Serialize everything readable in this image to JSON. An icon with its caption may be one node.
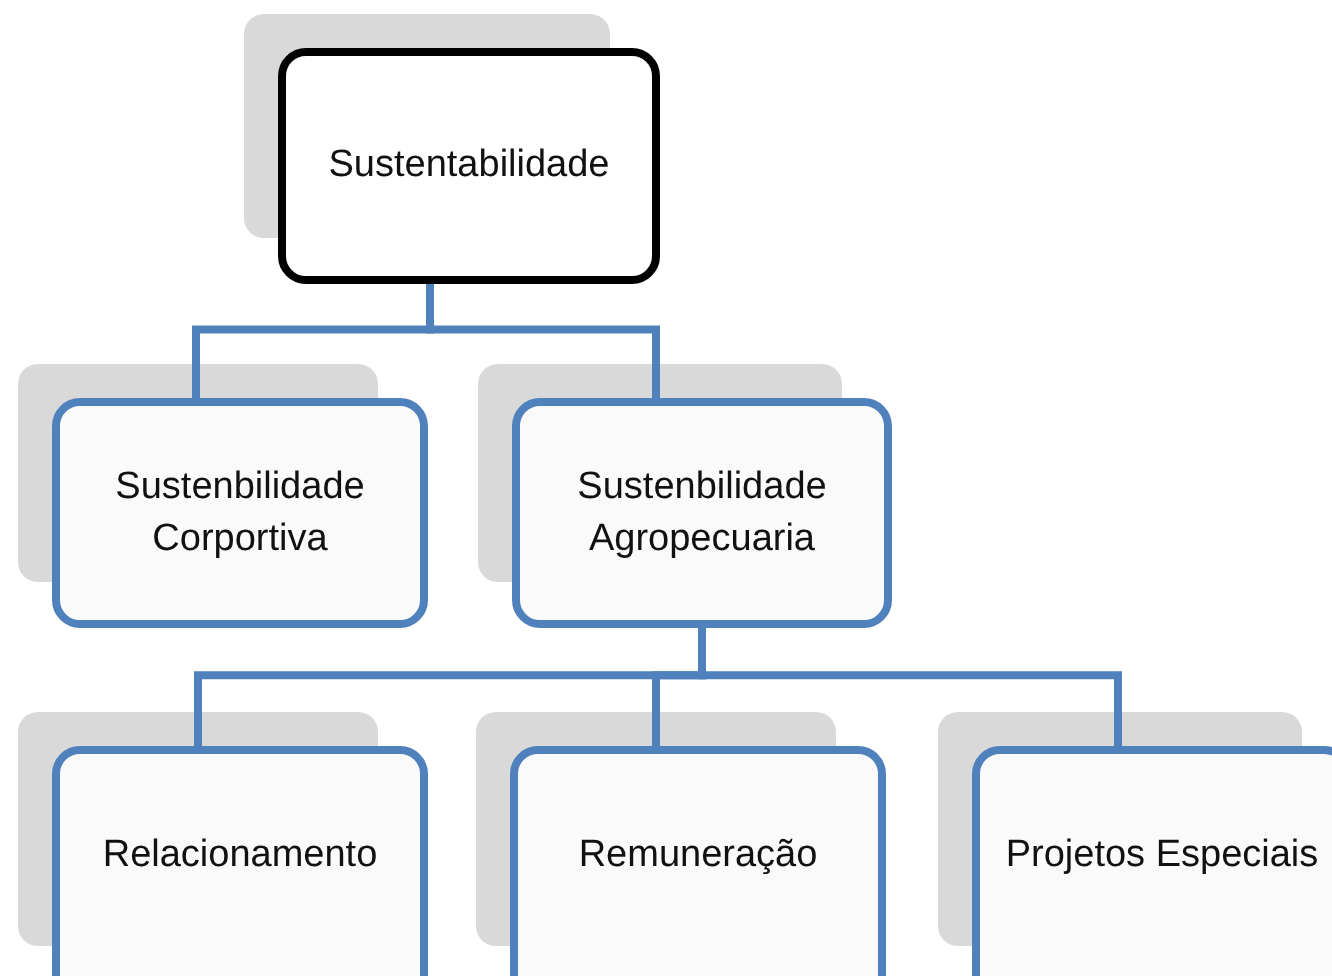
{
  "diagram": {
    "nodes": [
      {
        "text": [
          "Sustentabilidade"
        ]
      },
      {
        "text": [
          "Sustenbilidade Corportiva"
        ]
      },
      {
        "text": [
          "Sustenbilidade Agropecuaria"
        ]
      },
      {
        "text": [
          "Relacionamento"
        ]
      },
      {
        "text": [
          "Remuneração"
        ]
      },
      {
        "text": [
          "Projetos Especiais"
        ]
      }
    ],
    "edges": [
      {
        "from": 0,
        "to": 1,
        "arrow": "none"
      },
      {
        "from": 0,
        "to": 2,
        "arrow": "none"
      },
      {
        "from": 2,
        "to": 3,
        "arrow": "none"
      },
      {
        "from": 2,
        "to": 4,
        "arrow": "none"
      },
      {
        "from": 2,
        "to": 5,
        "arrow": "none"
      }
    ]
  }
}
